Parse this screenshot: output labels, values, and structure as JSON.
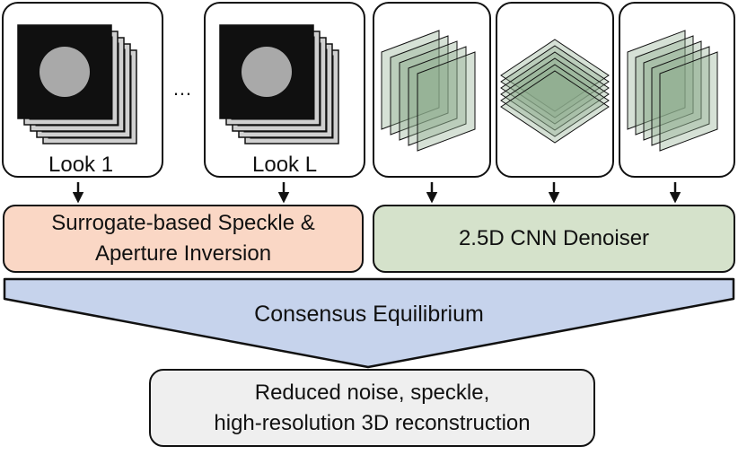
{
  "looks": [
    {
      "label": "Look 1"
    },
    {
      "label": "Look L"
    }
  ],
  "ellipsis": "…",
  "modules": {
    "inversion": {
      "text": "Surrogate-based Speckle &\nAperture Inversion",
      "color": "#fad7c5"
    },
    "denoiser": {
      "text": "2.5D CNN Denoiser",
      "color": "#d5e2cb"
    }
  },
  "consensus": {
    "text": "Consensus Equilibrium",
    "color": "#c6d3ec"
  },
  "output": {
    "text": "Reduced noise, speckle,\nhigh-resolution 3D reconstruction",
    "color": "#efefef"
  },
  "colors": {
    "stroke": "#111111",
    "slice_fill": "#8aaa8a",
    "image_dark": "#101010",
    "image_disc": "#a9a9a9",
    "back_frame": "#d0d0d0"
  }
}
